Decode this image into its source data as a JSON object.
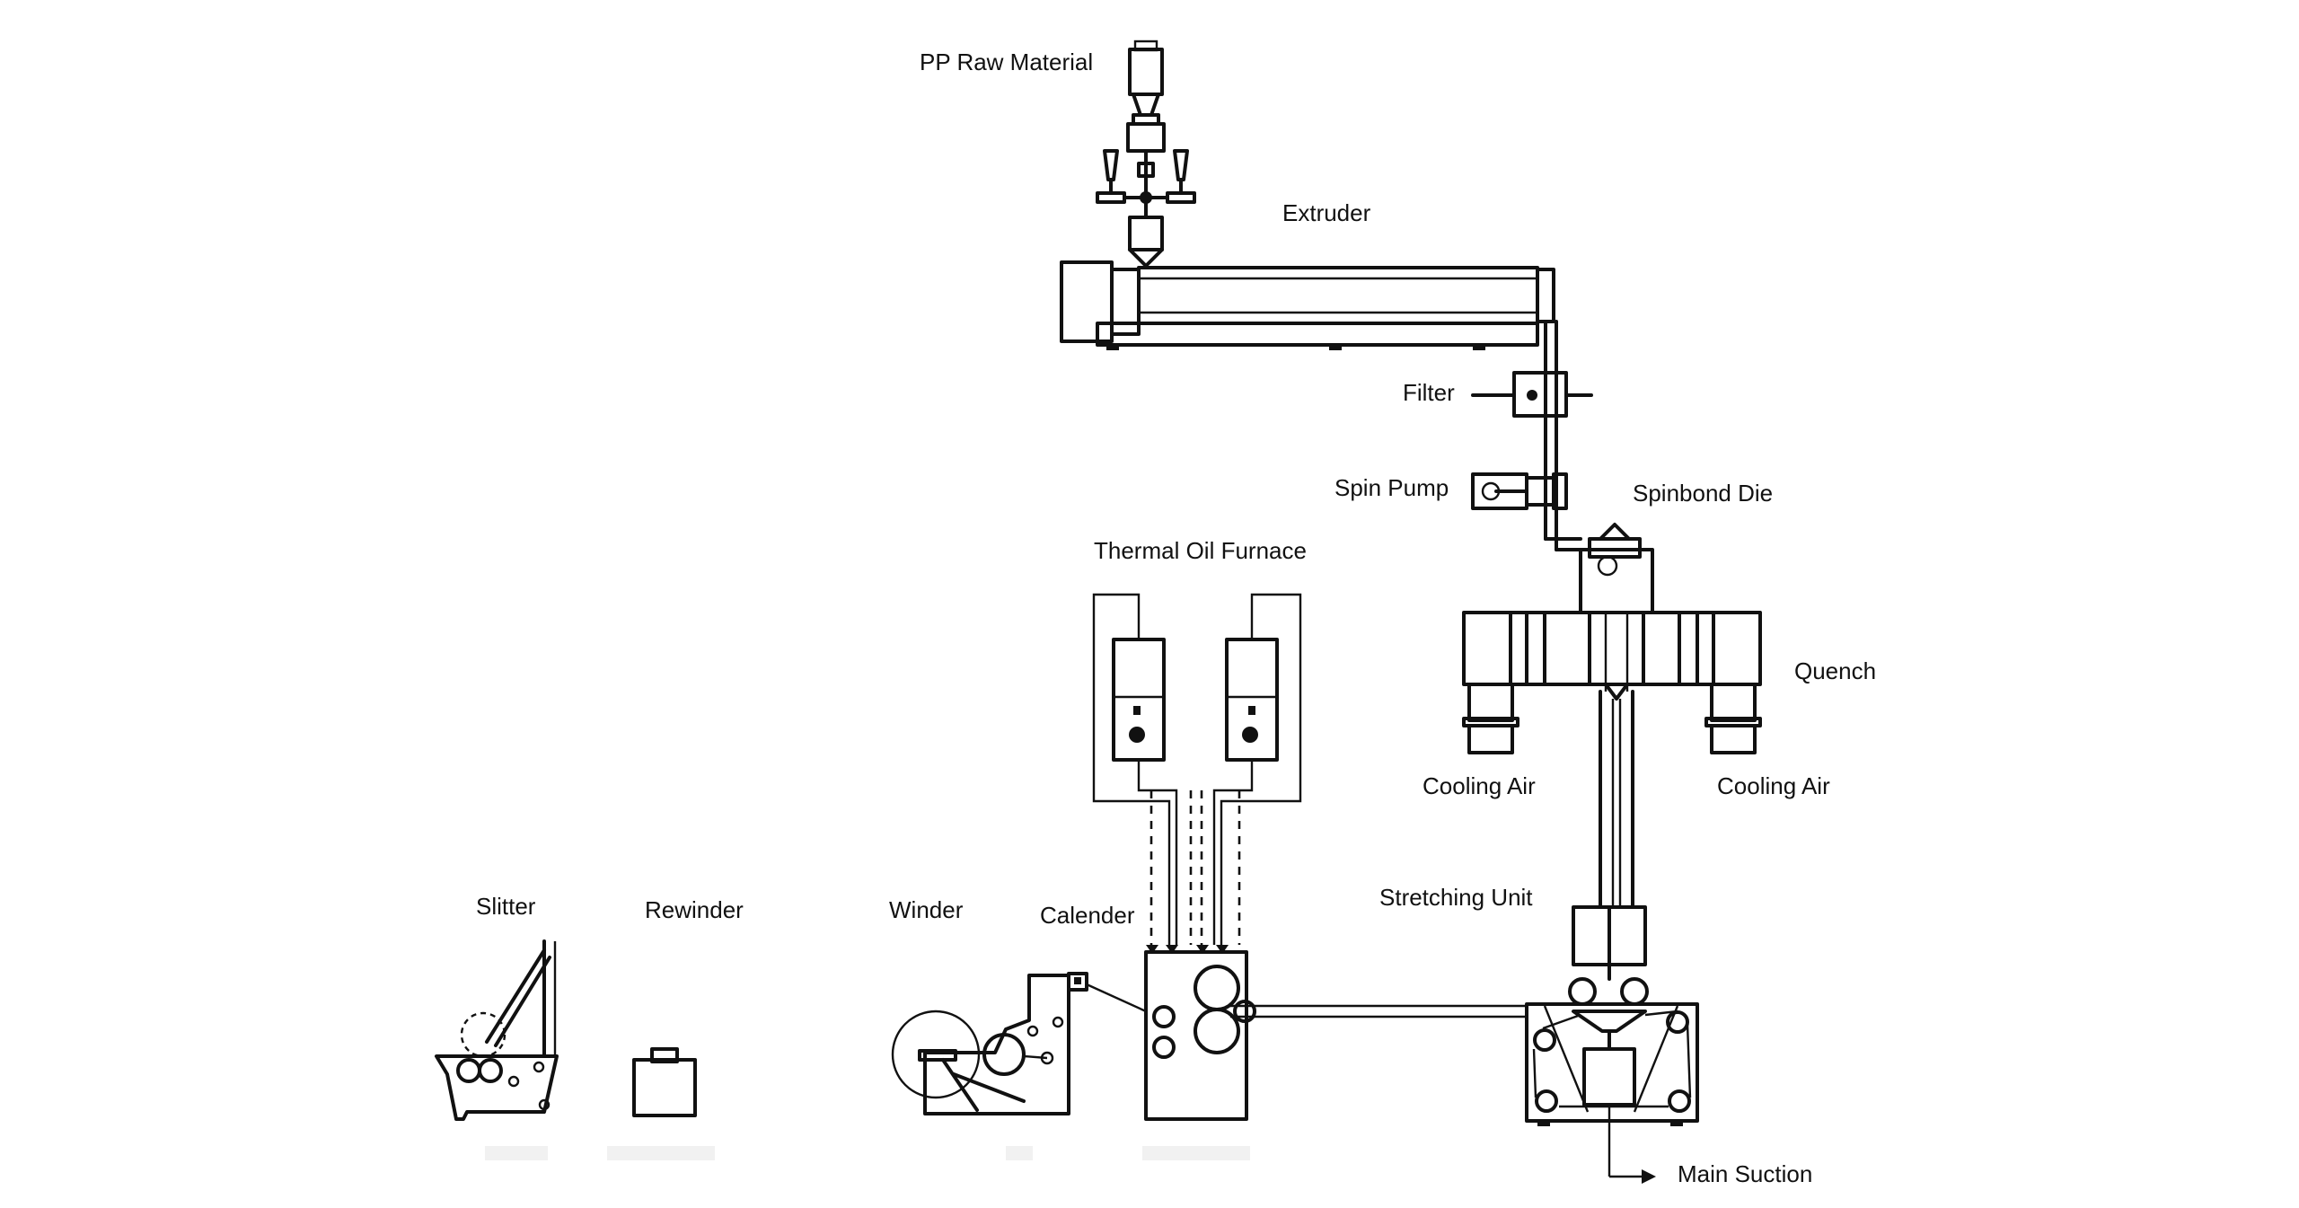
{
  "labels": {
    "raw_material": "PP Raw Material",
    "extruder": "Extruder",
    "filter": "Filter",
    "spin_pump": "Spin Pump",
    "spinbond_die": "Spinbond Die",
    "thermal_oil_furnace": "Thermal Oil Furnace",
    "quench": "Quench",
    "cooling_air_left": "Cooling Air",
    "cooling_air_right": "Cooling Air",
    "stretching_unit": "Stretching Unit",
    "slitter": "Slitter",
    "rewinder": "Rewinder",
    "winder": "Winder",
    "calender": "Calender",
    "main_suction": "Main Suction"
  },
  "colors": {
    "line": "#111111",
    "background": "#ffffff"
  }
}
